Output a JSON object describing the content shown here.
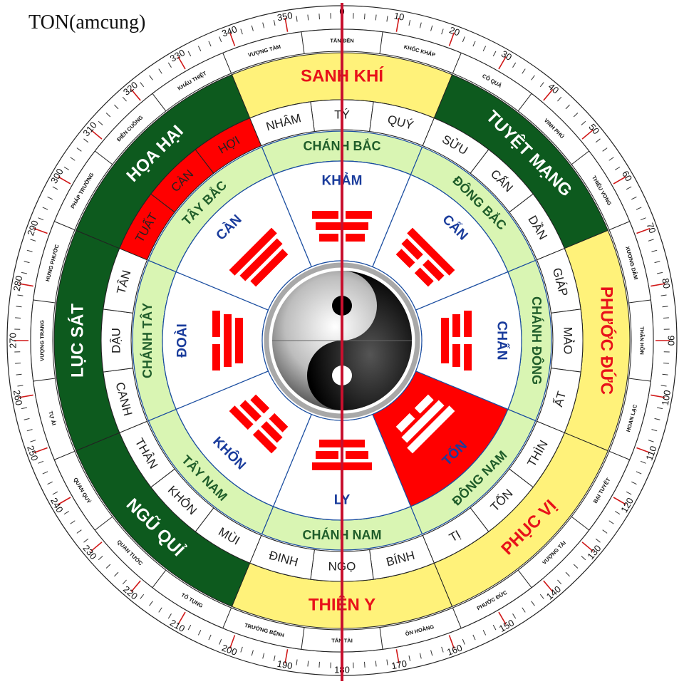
{
  "caption": "TON(amcung)",
  "colors": {
    "dark_green": "#0d5a1e",
    "yellow": "#fff27a",
    "red": "#ff0000",
    "light_green": "#d9f5b3",
    "white_text": "#ffffff",
    "red_text": "#e8121a",
    "blue_text": "#1a3c9c",
    "green_text": "#1f5d2a",
    "pointer": "#c8102e"
  },
  "degree_labels": [
    "0",
    "10",
    "20",
    "30",
    "40",
    "50",
    "60",
    "70",
    "80",
    "90",
    "100",
    "110",
    "120",
    "130",
    "140",
    "150",
    "160",
    "170",
    "180",
    "190",
    "200",
    "210",
    "220",
    "230",
    "240",
    "250",
    "260",
    "270",
    "280",
    "290",
    "300",
    "310",
    "320",
    "330",
    "340",
    "350"
  ],
  "stars": [
    "TẤN ĐẾN",
    "KHỐC KHẤP",
    "CÔ QUẢ",
    "VINH PHÚ",
    "THIẾU VONG",
    "XƯƠNG DÂM",
    "THÂN HÔN",
    "HOAN LẠC",
    "BẠI TUYỆT",
    "VƯỢNG TÀI",
    "PHƯỚC ĐỨC",
    "ÔN HOÀNG",
    "TẤN TÀI",
    "TRƯỞNG BỆNH",
    "TỐ TỤNG",
    "QUAN TƯỚC",
    "QUAN QUÝ",
    "TỰ ẢI",
    "VƯỢNG TRANG",
    "HƯNG PHƯỚC",
    "PHÁP TRƯỜNG",
    "ĐIÊN CUỒNG",
    "KHẨU THIỆT",
    "VƯỢNG TÀM"
  ],
  "mansions": [
    {
      "label": "SANH KHÍ",
      "fill": "yellow",
      "text": "red_text"
    },
    {
      "label": "TUYỆT MẠNG",
      "fill": "dark_green",
      "text": "white_text"
    },
    {
      "label": "PHƯỚC ĐỨC",
      "fill": "yellow",
      "text": "red_text"
    },
    {
      "label": "PHỤC VỊ",
      "fill": "yellow",
      "text": "red_text"
    },
    {
      "label": "THIÊN Y",
      "fill": "yellow",
      "text": "red_text"
    },
    {
      "label": "NGŨ QUỈ",
      "fill": "dark_green",
      "text": "white_text"
    },
    {
      "label": "LỤC SÁT",
      "fill": "dark_green",
      "text": "white_text"
    },
    {
      "label": "HỌA HẠI",
      "fill": "dark_green",
      "text": "white_text"
    }
  ],
  "mountains": [
    "TÝ",
    "QUÝ",
    "SỬU",
    "CẤN",
    "DẦN",
    "GIÁP",
    "MẢO",
    "ẤT",
    "THÌN",
    "TỐN",
    "TỊ",
    "BÍNH",
    "NGỌ",
    "ĐINH",
    "MÙI",
    "KHÔN",
    "THÂN",
    "CANH",
    "DẬU",
    "TÂN",
    "TUẤT",
    "CÀN",
    "HỢI",
    "NHÂM"
  ],
  "highlight_mountains": [
    "TUẤT",
    "CÀN",
    "HỢI"
  ],
  "directions": [
    "CHÁNH BẮC",
    "ĐÔNG BẮC",
    "CHÁNH ĐÔNG",
    "ĐÔNG NAM",
    "CHÁNH NAM",
    "TÂY NAM",
    "CHÁNH TÂY",
    "TÂY BẮC"
  ],
  "trigrams": [
    {
      "name": "KHẢM",
      "lines": [
        0,
        1,
        0
      ]
    },
    {
      "name": "CẤN",
      "lines": [
        1,
        0,
        0
      ]
    },
    {
      "name": "CHẤN",
      "lines": [
        0,
        0,
        1
      ]
    },
    {
      "name": "TỐN",
      "lines": [
        1,
        1,
        0
      ]
    },
    {
      "name": "LY",
      "lines": [
        1,
        0,
        1
      ]
    },
    {
      "name": "KHÔN",
      "lines": [
        0,
        0,
        0
      ]
    },
    {
      "name": "ĐOÀI",
      "lines": [
        0,
        1,
        1
      ]
    },
    {
      "name": "CÀN",
      "lines": [
        1,
        1,
        1
      ]
    }
  ],
  "highlight_trigram": "TỐN"
}
